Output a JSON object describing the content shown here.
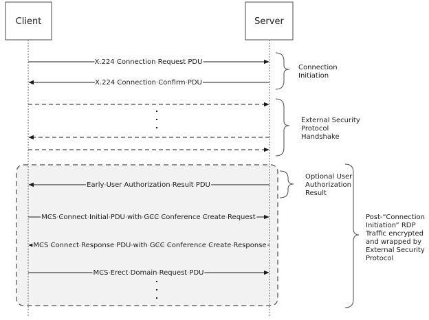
{
  "actors": {
    "client": "Client",
    "server": "Server"
  },
  "messages": [
    "X.224 Connection Request PDU",
    "X.224 Connection Confirm PDU",
    "Early User Authorization Result PDU",
    "MCS Connect Initial PDU with GCC Conference Create Request",
    "MCS Connect Response PDU with GCC Conference Create Response",
    "MCS Erect Domain Request PDU"
  ],
  "phases": {
    "connection_initiation": [
      "Connection",
      "Initiation"
    ],
    "external_security": [
      "External Security",
      "Protocol",
      "Handshake"
    ],
    "optional_auth": [
      "Optional User",
      "Authorization",
      "Result"
    ],
    "post_connection": [
      "Post-“Connection",
      "Initiation” RDP",
      "Traffic encrypted",
      "and wrapped by",
      "External Security",
      "Protocol"
    ]
  }
}
